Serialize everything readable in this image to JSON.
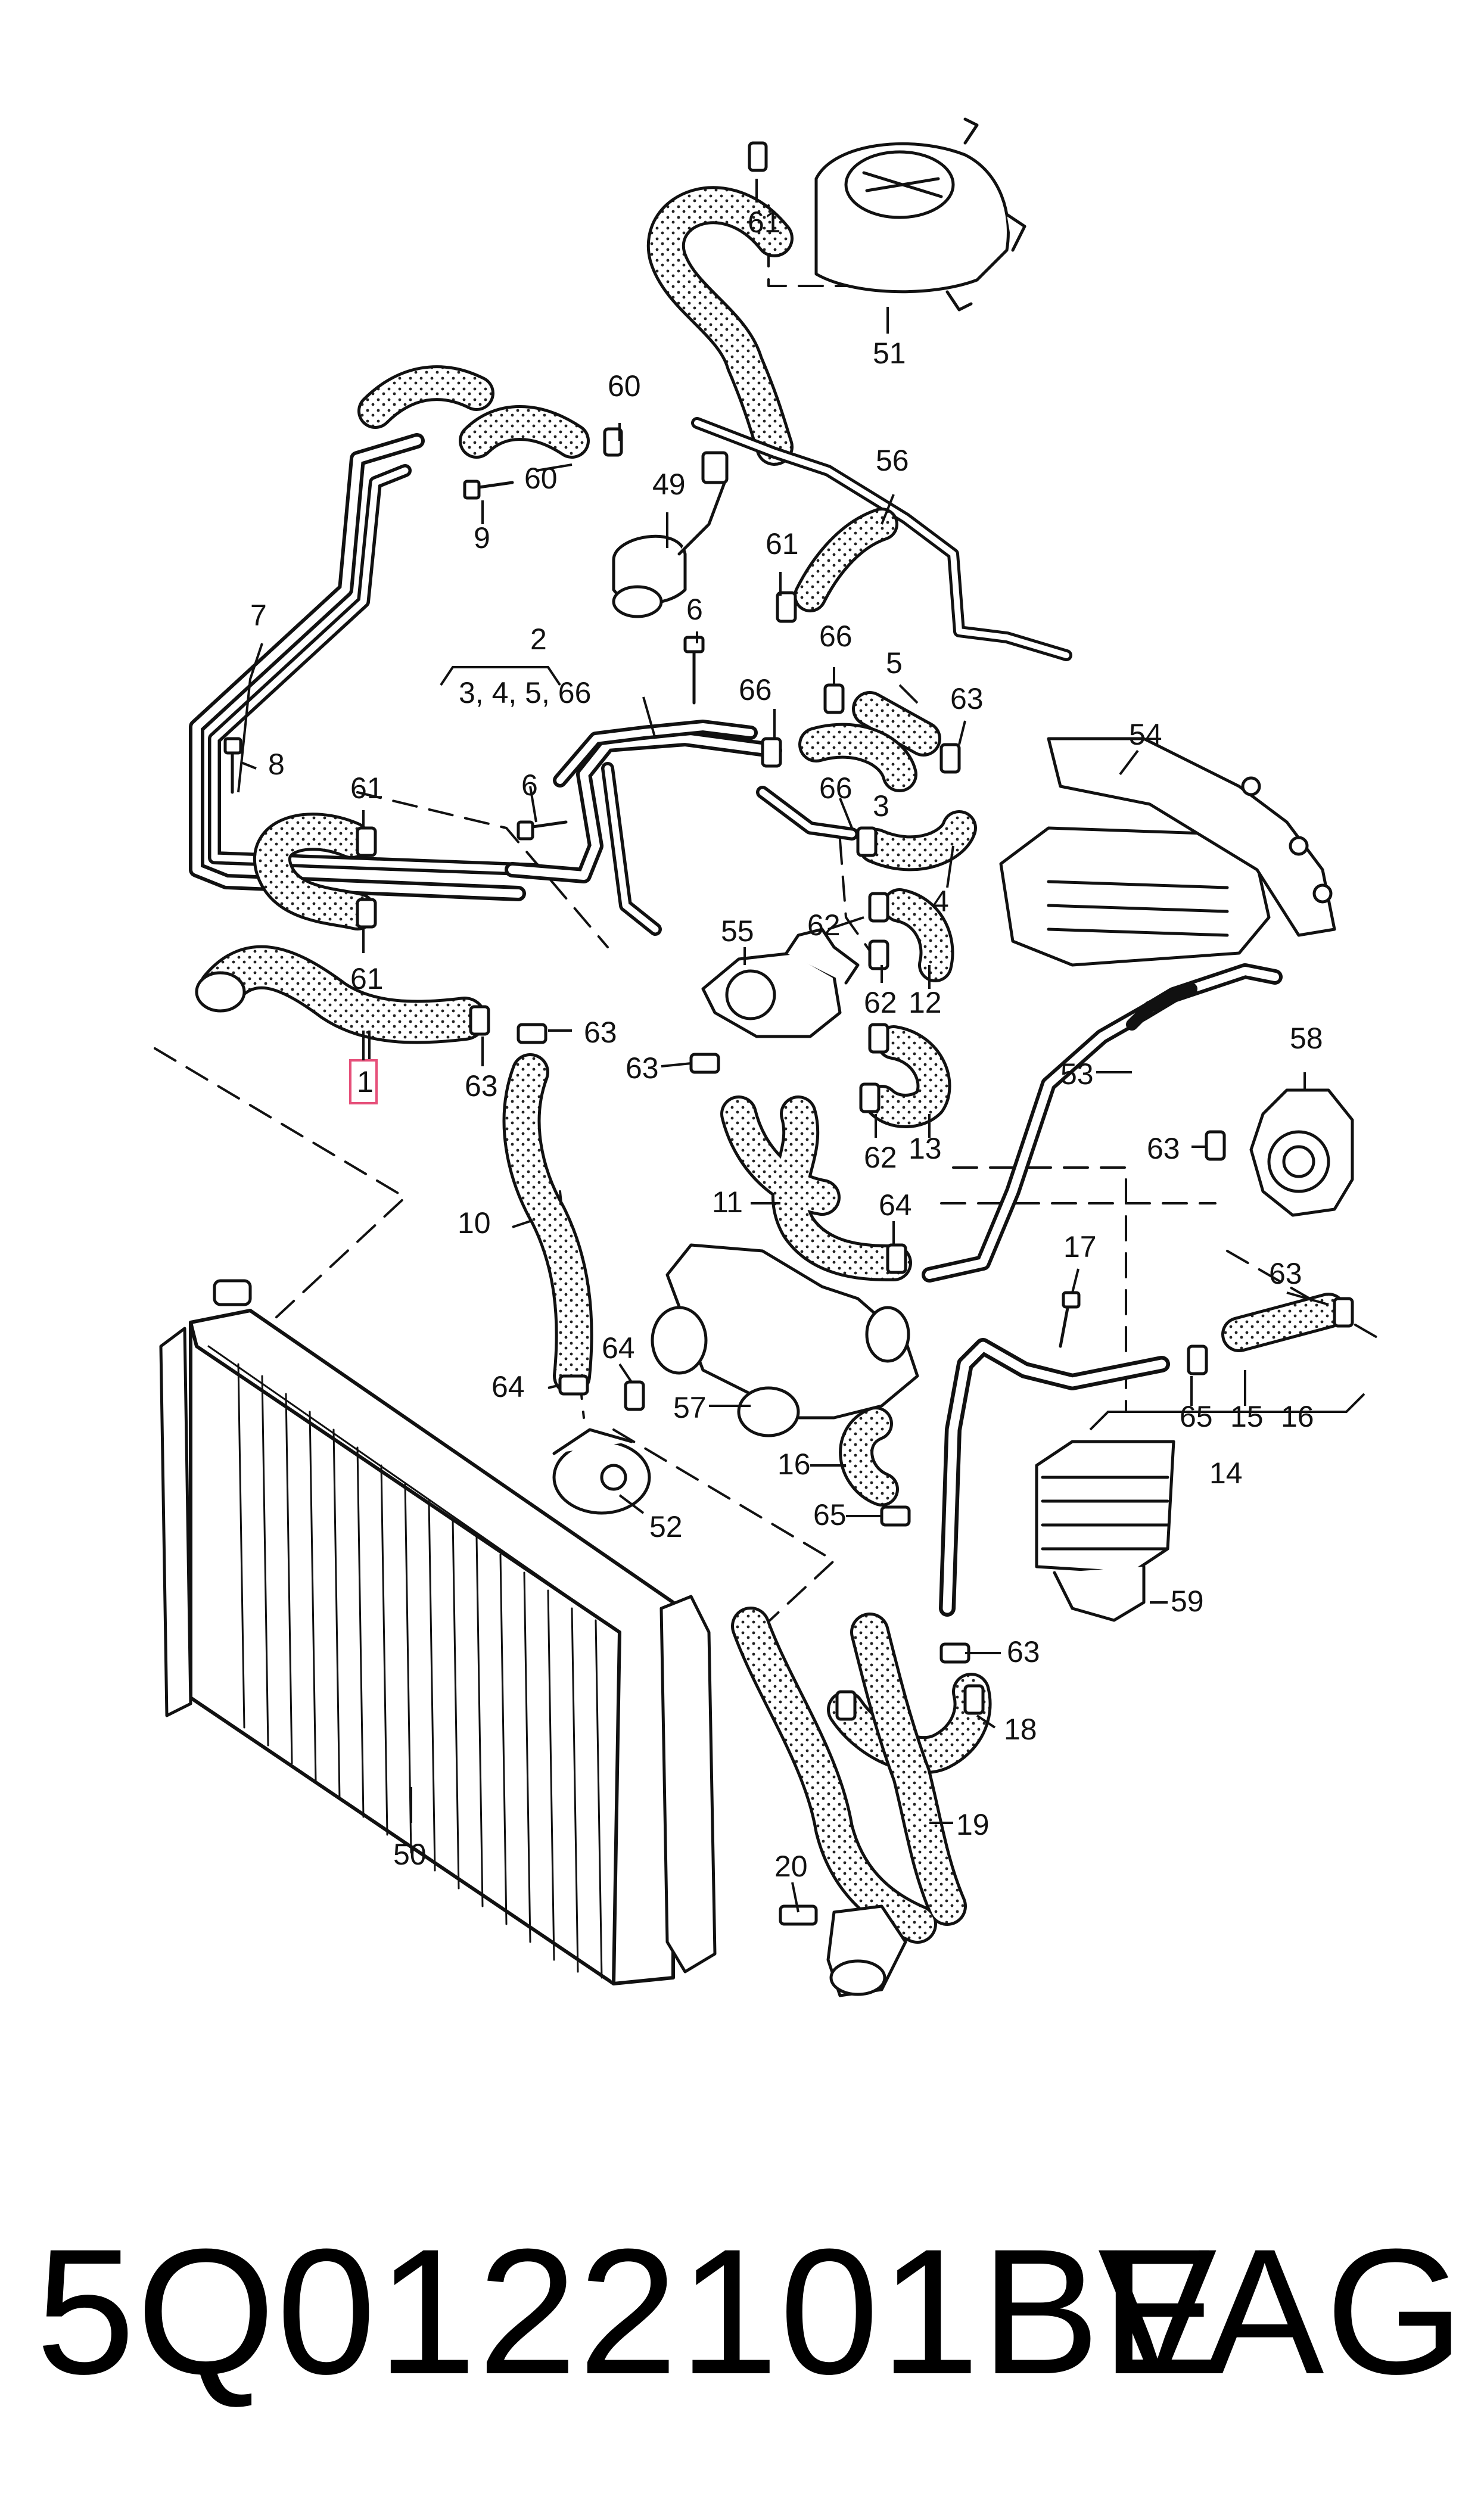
{
  "callouts": {
    "c1": "1",
    "c2": "2",
    "c2_group": "3, 4, 5, 66",
    "c3": "3",
    "c4": "4",
    "c5": "5",
    "c6a": "6",
    "c6b": "6",
    "c7": "7",
    "c8": "8",
    "c9": "9",
    "c10": "10",
    "c11": "11",
    "c12": "12",
    "c13": "13",
    "c14": "14",
    "c15": "15",
    "c16a": "16",
    "c16b": "16",
    "c17": "17",
    "c18": "18",
    "c19": "19",
    "c20": "20",
    "c49": "49",
    "c50": "50",
    "c51": "51",
    "c52": "52",
    "c53": "53",
    "c54": "54",
    "c55": "55",
    "c56": "56",
    "c57": "57",
    "c58": "58",
    "c59": "59",
    "c60a": "60",
    "c60b": "60",
    "c61a": "61",
    "c61b": "61",
    "c61c": "61",
    "c61d": "61",
    "c62a": "62",
    "c62b": "62",
    "c62c": "62",
    "c63a": "63",
    "c63b": "63",
    "c63c": "63",
    "c63d": "63",
    "c63e": "63",
    "c63f": "63",
    "c64a": "64",
    "c64b": "64",
    "c64c": "64",
    "c65a": "65",
    "c65b": "65",
    "c66a": "66",
    "c66b": "66",
    "c66c": "66"
  },
  "caption": {
    "part_number": "5Q0122101BE",
    "brand": "VAG"
  },
  "highlight_color": "#e6507a"
}
